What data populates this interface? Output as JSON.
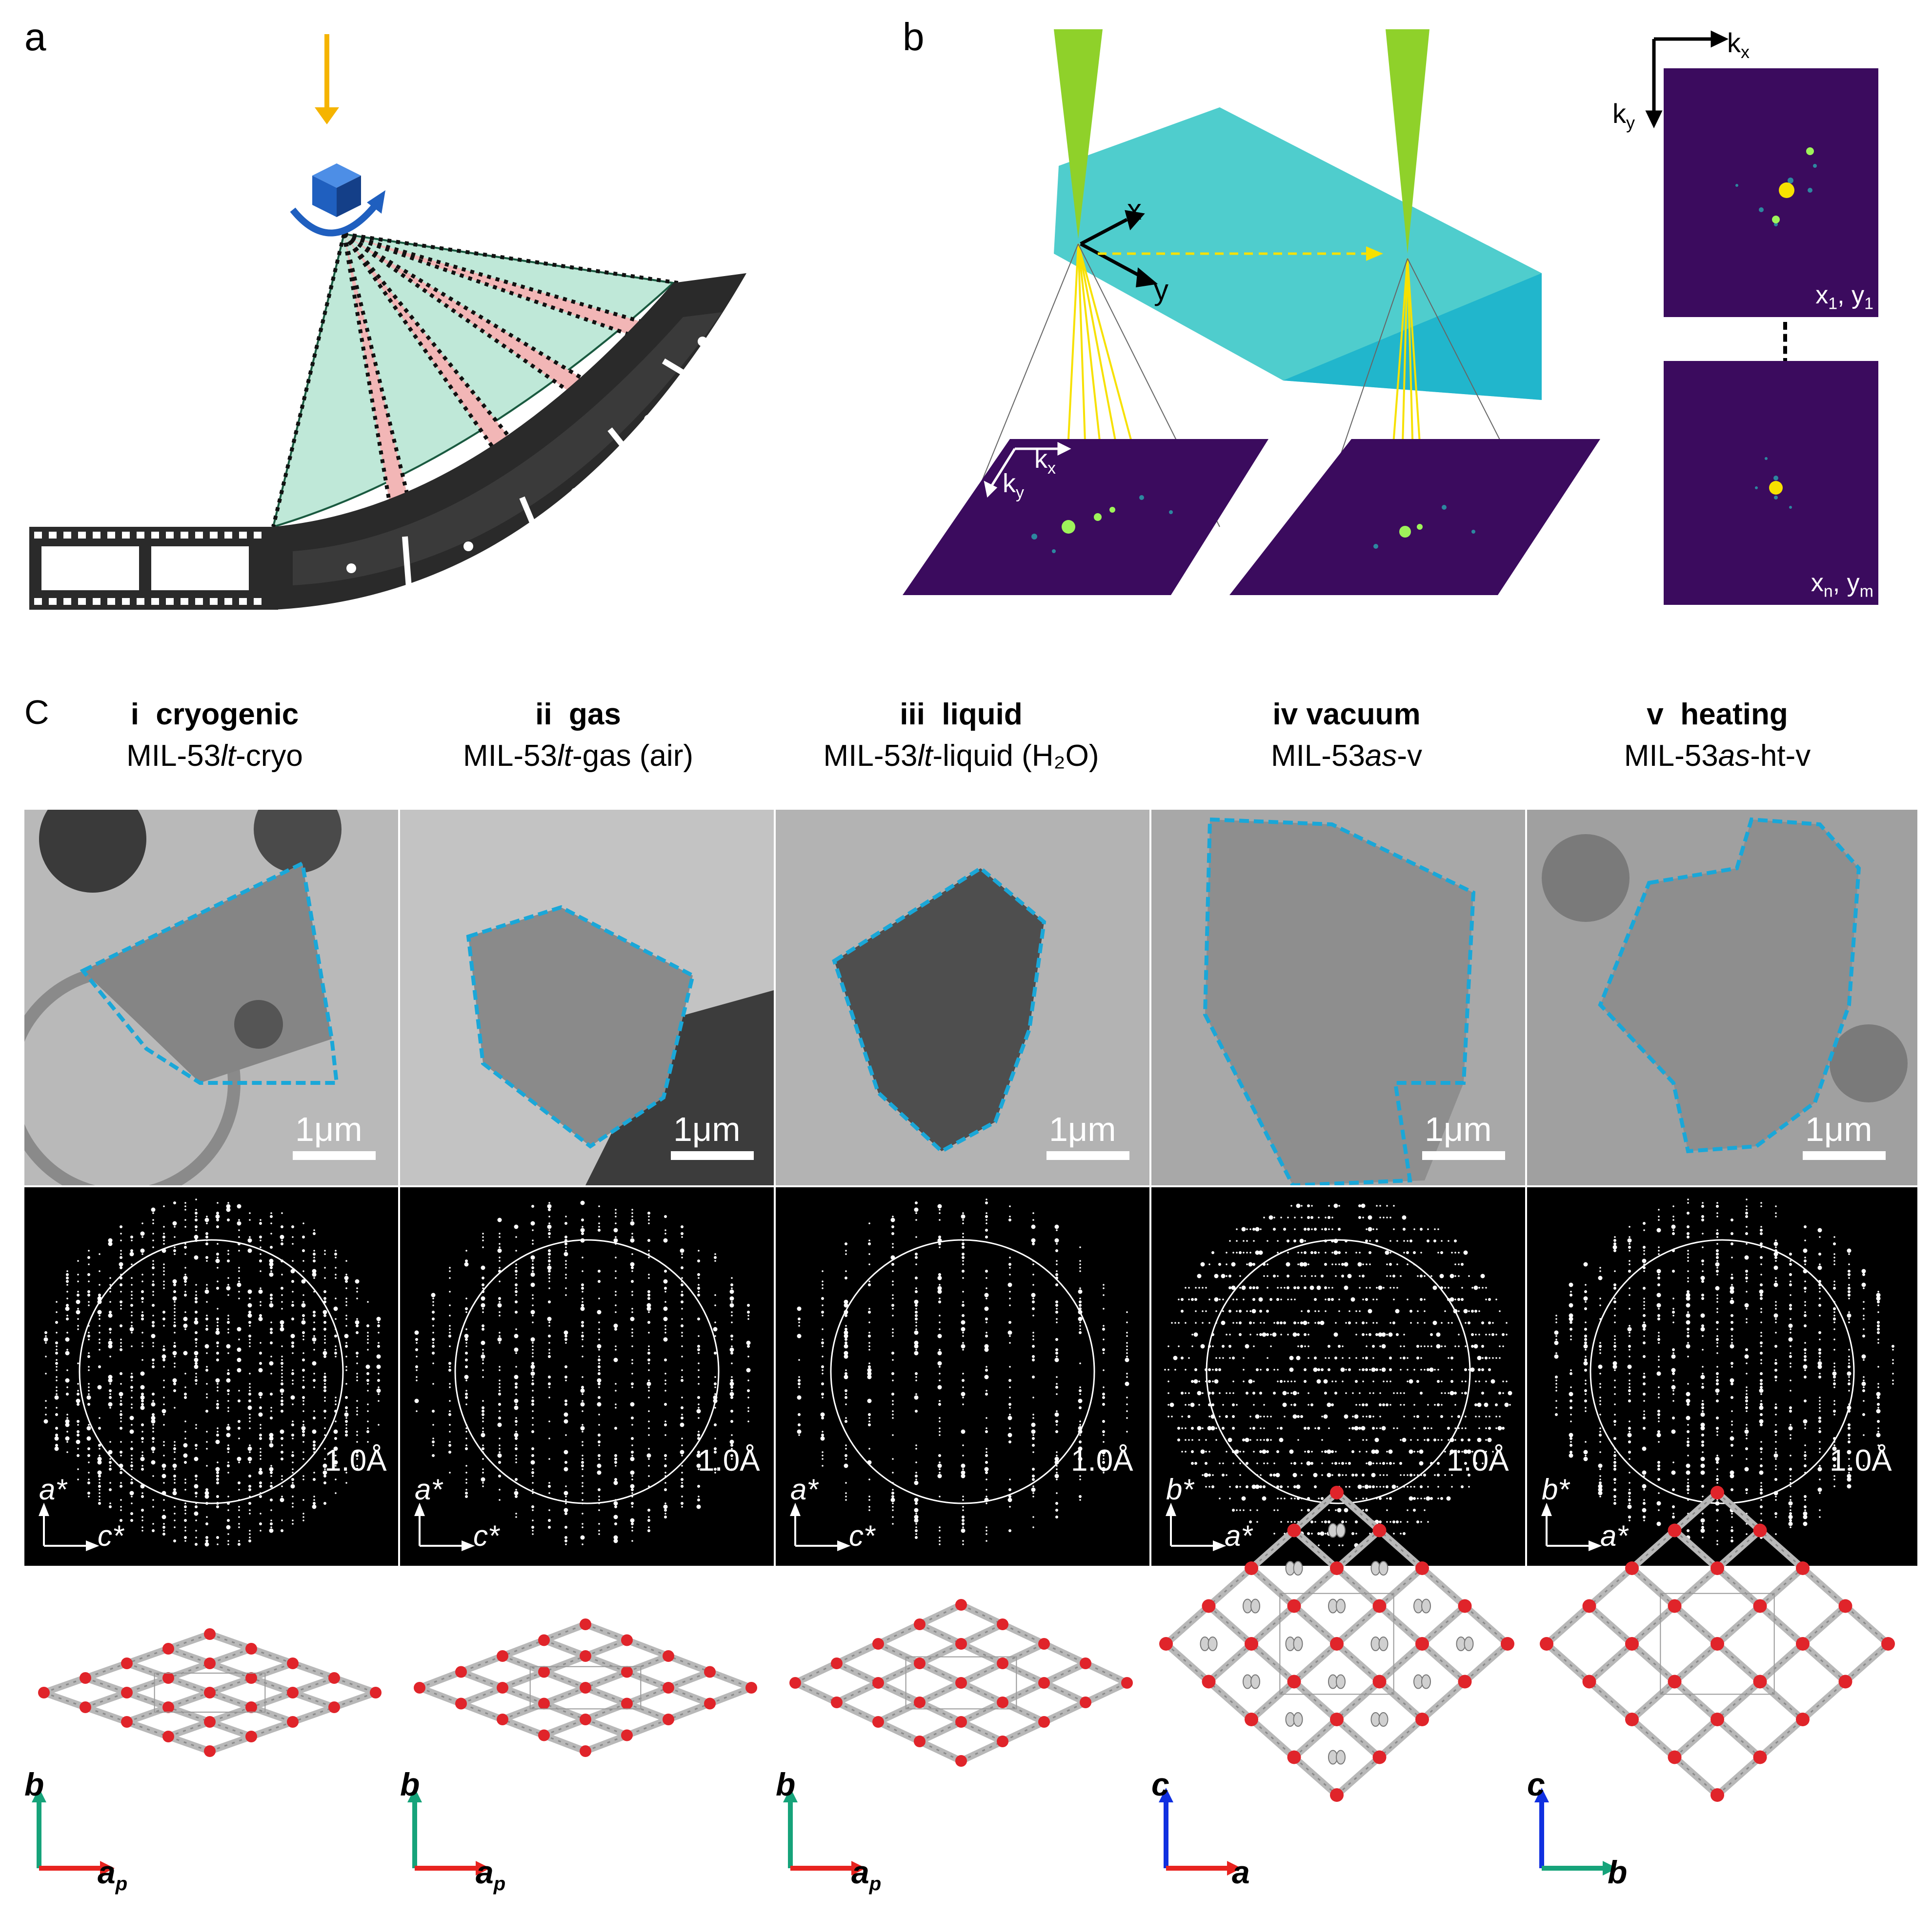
{
  "panel_a": {
    "letter": "a"
  },
  "panel_b": {
    "letter": "b",
    "axis_x": "x",
    "axis_y": "y",
    "kx": "k",
    "kx_sub": "x",
    "ky": "k",
    "ky_sub": "y",
    "frame_top_label": "x",
    "frame_top_sub1": "1",
    "frame_top_mid": ", y",
    "frame_top_sub2": "1",
    "frame_bottom_label": "x",
    "frame_bottom_sub1": "n",
    "frame_bottom_mid": ", y",
    "frame_bottom_sub2": "m"
  },
  "panel_c": {
    "letter": "C",
    "columns": [
      {
        "roman": "i",
        "condition": "cryogenic",
        "sample_pre": "MIL-53",
        "sample_it": "lt",
        "sample_post": "-cryo",
        "scale": "1μm",
        "resolution": "1.0Å",
        "ed_axis_v": "a*",
        "ed_axis_h": "c*",
        "cell_v": "b",
        "cell_h": "a",
        "cell_h_sub": "p"
      },
      {
        "roman": "ii",
        "condition": "gas",
        "sample_pre": "MIL-53",
        "sample_it": "lt",
        "sample_post": "-gas (air)",
        "scale": "1μm",
        "resolution": "1.0Å",
        "ed_axis_v": "a*",
        "ed_axis_h": "c*",
        "cell_v": "b",
        "cell_h": "a",
        "cell_h_sub": "p"
      },
      {
        "roman": "iii",
        "condition": "liquid",
        "sample_pre": "MIL-53",
        "sample_it": "lt",
        "sample_post": "-liquid (H₂O)",
        "scale": "1μm",
        "resolution": "1.0Å",
        "ed_axis_v": "a*",
        "ed_axis_h": "c*",
        "cell_v": "b",
        "cell_h": "a",
        "cell_h_sub": "p"
      },
      {
        "roman": "iv",
        "condition": "vacuum",
        "sample_pre": "MIL-53",
        "sample_it": "as",
        "sample_post": "-v",
        "scale": "1μm",
        "resolution": "1.0Å",
        "ed_axis_v": "b*",
        "ed_axis_h": "a*",
        "cell_v": "c",
        "cell_h": "a",
        "cell_h_sub": ""
      },
      {
        "roman": "v",
        "condition": "heating",
        "sample_pre": "MIL-53",
        "sample_it": "as",
        "sample_post": "-ht-v",
        "scale": "1μm",
        "resolution": "1.0Å",
        "ed_axis_v": "b*",
        "ed_axis_h": "a*",
        "cell_v": "c",
        "cell_h": "b",
        "cell_h_sub": ""
      }
    ]
  },
  "colors": {
    "beam_arrow": "#f5b400",
    "cone_fill": "#bfe8d8",
    "pink_wedge": "#f2b6b6",
    "crystal_blue": "#1f5fbf",
    "slab_cyan": "#3cc8c8",
    "detector_purple": "#3b0b5e",
    "outline_dashed": "#1aa7d8",
    "atom_red": "#e0242a",
    "atom_grey": "#b8b8b8",
    "axis_green": "#16a37a",
    "axis_red": "#e8231f",
    "axis_blue": "#1030e0"
  }
}
